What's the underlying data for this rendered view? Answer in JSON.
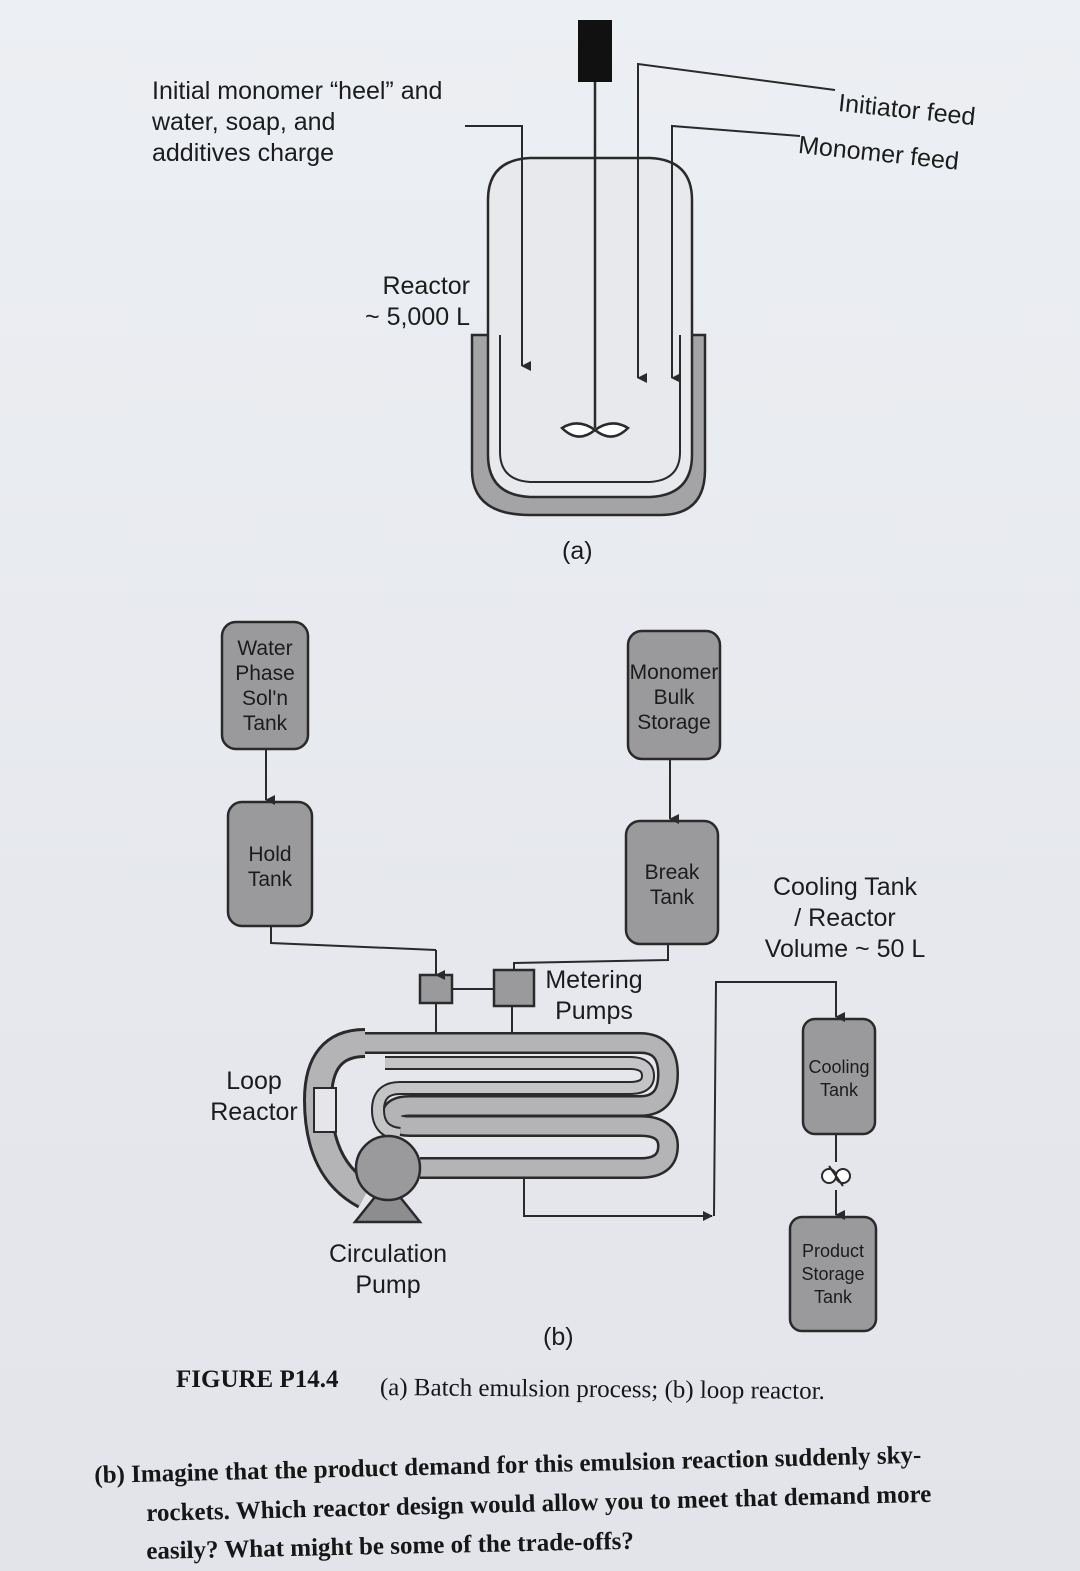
{
  "panel_a": {
    "charge_label": [
      "Initial monomer “heel” and",
      "water, soap, and",
      "additives charge"
    ],
    "reactor_label": [
      "Reactor",
      "~ 5,000 L"
    ],
    "initiator_feed": "Initiator feed",
    "monomer_feed": "Monomer feed",
    "sublabel": "(a)"
  },
  "panel_b": {
    "water_tank": [
      "Water",
      "Phase",
      "Sol'n",
      "Tank"
    ],
    "hold_tank": [
      "Hold",
      "Tank"
    ],
    "monomer_storage": [
      "Monomer",
      "Bulk",
      "Storage"
    ],
    "break_tank": [
      "Break",
      "Tank"
    ],
    "metering_pumps": [
      "Metering",
      "Pumps"
    ],
    "cooling_reactor_label": [
      "Cooling Tank",
      "/ Reactor",
      "Volume ~ 50 L"
    ],
    "loop_reactor": [
      "Loop",
      "Reactor"
    ],
    "cooling_tank": [
      "Cooling",
      "Tank"
    ],
    "circulation_pump": [
      "Circulation",
      "Pump"
    ],
    "product_storage": [
      "Product",
      "Storage",
      "Tank"
    ],
    "sublabel": "(b)"
  },
  "caption": {
    "figure": "FIGURE P14.4",
    "text": "(a) Batch emulsion process; (b) loop reactor."
  },
  "question": {
    "line1": "(b) Imagine that the product demand for this emulsion reaction suddenly sky-",
    "line2": "rockets. Which reactor design would allow you to meet that demand more",
    "line3": "easily? What might be some of the trade-offs?"
  },
  "colors": {
    "tank_fill": "#9a9a9c",
    "jacket_fill": "#a4a4a7",
    "line": "#2a2a2a"
  }
}
